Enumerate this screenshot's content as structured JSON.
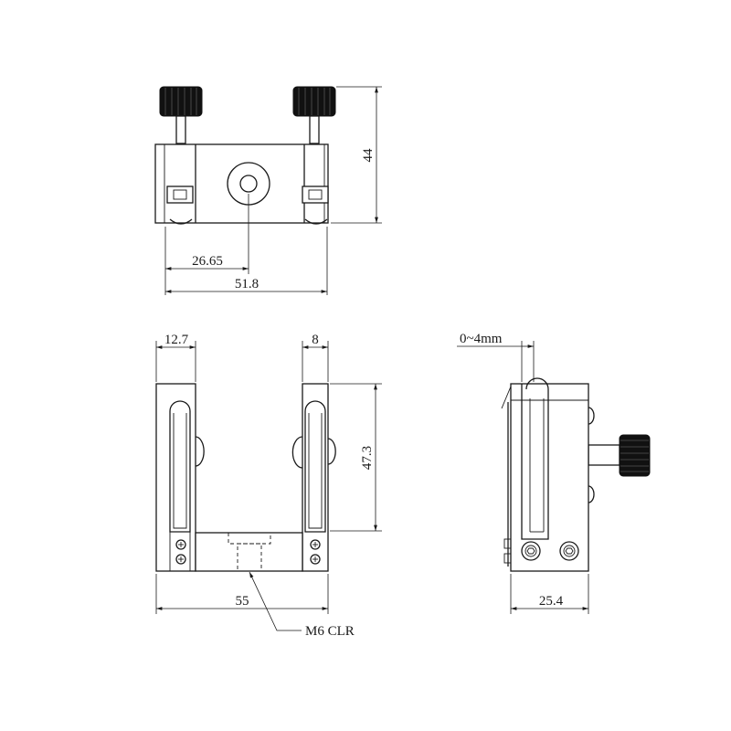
{
  "dimensions": {
    "top_height": "44",
    "top_center_offset": "26.65",
    "top_width": "51.8",
    "front_left_jaw": "12.7",
    "front_right_jaw": "8",
    "front_height": "47.3",
    "front_width": "55",
    "side_travel": "0~4mm",
    "side_depth": "25.4"
  },
  "callouts": {
    "thread": "M6 CLR"
  }
}
